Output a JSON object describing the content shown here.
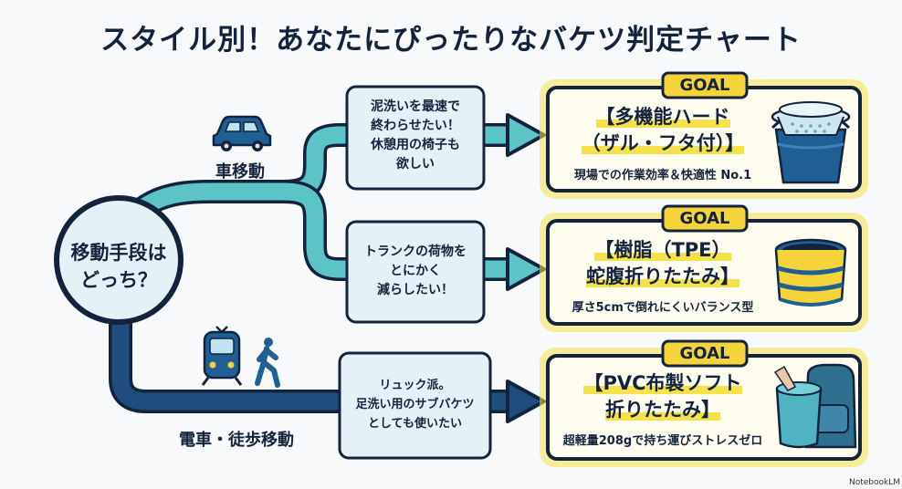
{
  "title": "スタイル別！あなたにぴったりなバケツ判定チャート",
  "start": {
    "line1": "移動手段は",
    "line2": "どっち？"
  },
  "branches": {
    "car_label": "車移動",
    "train_label": "電車・徒歩移動"
  },
  "conditions": [
    {
      "lines": [
        "泥洗いを最速で",
        "終わらせたい！",
        "休憩用の椅子も",
        "欲しい"
      ]
    },
    {
      "lines": [
        "トランクの荷物を",
        "とにかく",
        "減らしたい！"
      ]
    },
    {
      "lines": [
        "リュック派。",
        "足洗い用のサブバケツ",
        "としても使いたい"
      ]
    }
  ],
  "goals": [
    {
      "badge": "GOAL",
      "name_line1": "【多機能ハード",
      "name_line2": "（ザル・フタ付）】",
      "desc": "現場での作業効率＆快適性 No.1",
      "icon": "blue-bucket-with-colander-icon"
    },
    {
      "badge": "GOAL",
      "name_line1": "【樹脂（TPE）",
      "name_line2": "蛇腹折りたたみ】",
      "desc": "厚さ5cmで倒れにくいバランス型",
      "icon": "collapsible-yellow-bucket-icon"
    },
    {
      "badge": "GOAL",
      "name_line1": "【PVC布製ソフト",
      "name_line2": "折りたたみ】",
      "desc": "超軽量208gで持ち運びストレスゼロ",
      "icon": "soft-bucket-and-backpack-icon"
    }
  ],
  "colors": {
    "navy": "#14233c",
    "teal": "#5cc3c6",
    "dark_blue": "#1f4e7e",
    "cond_bg": "#e4f1f7",
    "goal_border": "#14233c",
    "goal_glow": "#f5e14a",
    "goal_bg": "#fffdf0"
  },
  "credit": "NotebookLM"
}
